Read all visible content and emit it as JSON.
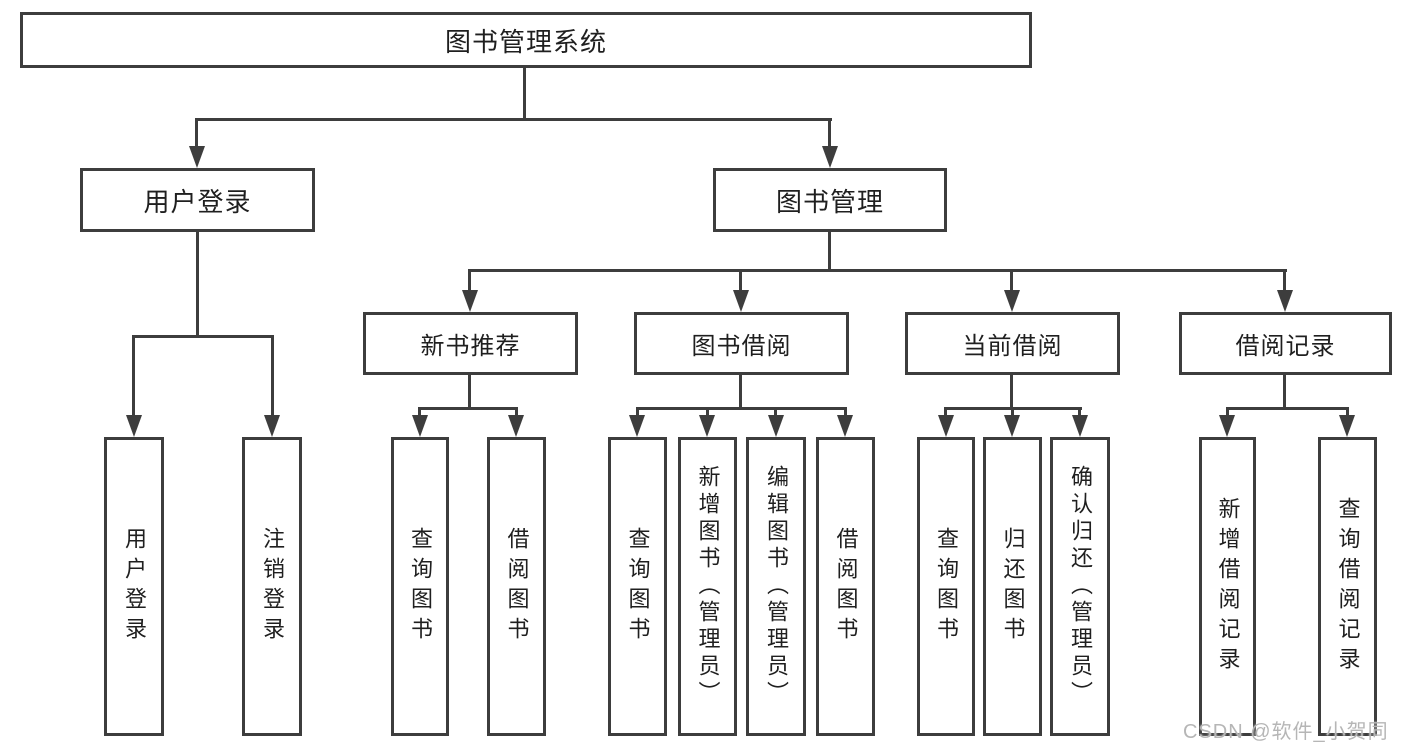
{
  "diagram": {
    "root": {
      "label": "图书管理系统",
      "children": [
        {
          "label": "用户登录",
          "children": [
            {
              "label": "用户登录"
            },
            {
              "label": "注销登录"
            }
          ]
        },
        {
          "label": "图书管理",
          "children": [
            {
              "label": "新书推荐",
              "children": [
                {
                  "label": "查询图书"
                },
                {
                  "label": "借阅图书"
                }
              ]
            },
            {
              "label": "图书借阅",
              "children": [
                {
                  "label": "查询图书"
                },
                {
                  "label": "新增图书（管理员）"
                },
                {
                  "label": "编辑图书（管理员）"
                },
                {
                  "label": "借阅图书"
                }
              ]
            },
            {
              "label": "当前借阅",
              "children": [
                {
                  "label": "查询图书"
                },
                {
                  "label": "归还图书"
                },
                {
                  "label": "确认归还（管理员）"
                }
              ]
            },
            {
              "label": "借阅记录",
              "children": [
                {
                  "label": "新增借阅记录"
                },
                {
                  "label": "查询借阅记录"
                }
              ]
            }
          ]
        }
      ]
    }
  },
  "watermark": {
    "text": "CSDN @软件_小贺同学",
    "color": "#b6b6b6"
  },
  "colors": {
    "background": "#ffffff",
    "line": "#3d3d3d",
    "text": "#1f1f1f"
  }
}
